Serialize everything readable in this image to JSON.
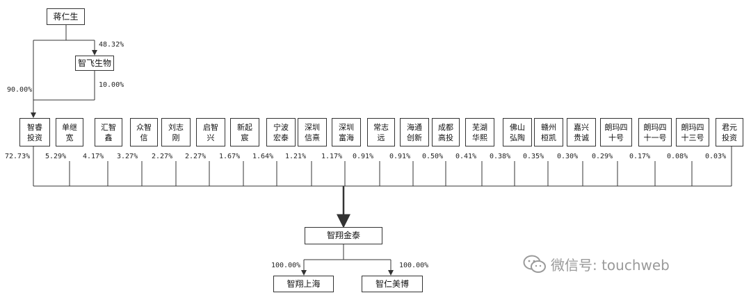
{
  "root": "蒋仁生",
  "zhifei": {
    "name": "智飞生物",
    "from_root_pct": "48.32%",
    "to_zhirui_pct": "10.00%"
  },
  "root_to_zhirui_pct": "90.00%",
  "shareholders": [
    {
      "name": "智睿\n投资",
      "pct": "72.73%"
    },
    {
      "name": "单继\n宽",
      "pct": "5.29%"
    },
    {
      "name": "汇智\n鑫",
      "pct": "4.17%"
    },
    {
      "name": "众智\n信",
      "pct": "3.27%"
    },
    {
      "name": "刘志\n刚",
      "pct": "2.27%"
    },
    {
      "name": "启智\n兴",
      "pct": "2.27%"
    },
    {
      "name": "新起\n宸",
      "pct": "1.67%"
    },
    {
      "name": "宁波\n宏泰",
      "pct": "1.64%"
    },
    {
      "name": "深圳\n信熹",
      "pct": "1.21%"
    },
    {
      "name": "深圳\n富海",
      "pct": "1.17%"
    },
    {
      "name": "常志\n远",
      "pct": "0.91%"
    },
    {
      "name": "海通\n创新",
      "pct": "0.91%"
    },
    {
      "name": "成都\n高投",
      "pct": "0.50%"
    },
    {
      "name": "芜湖\n华熙",
      "pct": "0.41%"
    },
    {
      "name": "佛山\n弘陶",
      "pct": "0.38%"
    },
    {
      "name": "赣州\n桓凯",
      "pct": "0.35%"
    },
    {
      "name": "嘉兴\n贵诚",
      "pct": "0.30%"
    },
    {
      "name": "朗玛四\n十号",
      "pct": "0.29%"
    },
    {
      "name": "朗玛四\n十一号",
      "pct": "0.17%"
    },
    {
      "name": "朗玛四\n十三号",
      "pct": "0.08%"
    },
    {
      "name": "君元\n投资",
      "pct": "0.03%"
    }
  ],
  "target": "智翔金泰",
  "subsidiaries": [
    {
      "name": "智翔上海",
      "pct": "100.00%"
    },
    {
      "name": "智仁美博",
      "pct": "100.00%"
    }
  ],
  "watermark": {
    "text": "微信号: touchweb",
    "icon": "wechat-icon"
  },
  "colors": {
    "line": "#333333",
    "watermark": "#9a9a9a"
  }
}
